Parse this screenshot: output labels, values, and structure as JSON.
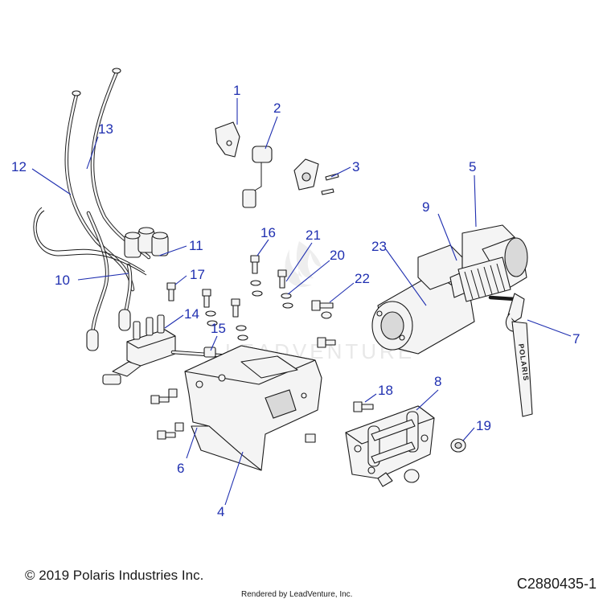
{
  "diagram": {
    "callouts": [
      "1",
      "2",
      "3",
      "4",
      "5",
      "6",
      "7",
      "8",
      "9",
      "10",
      "11",
      "12",
      "13",
      "14",
      "15",
      "16",
      "17",
      "18",
      "19",
      "20",
      "21",
      "22",
      "23"
    ],
    "watermark": "LEADVENTURE",
    "strap_text": "POLARIS",
    "colors": {
      "callout": "#1f2fb0",
      "line": "#1a1a1a",
      "part_fill": "#f4f4f4",
      "watermark": "#e6e6e6"
    }
  },
  "footer": {
    "copyright": "© 2019 Polaris Industries Inc.",
    "rendered_by": "Rendered by LeadVenture, Inc.",
    "doc_number": "C2880435-1"
  }
}
